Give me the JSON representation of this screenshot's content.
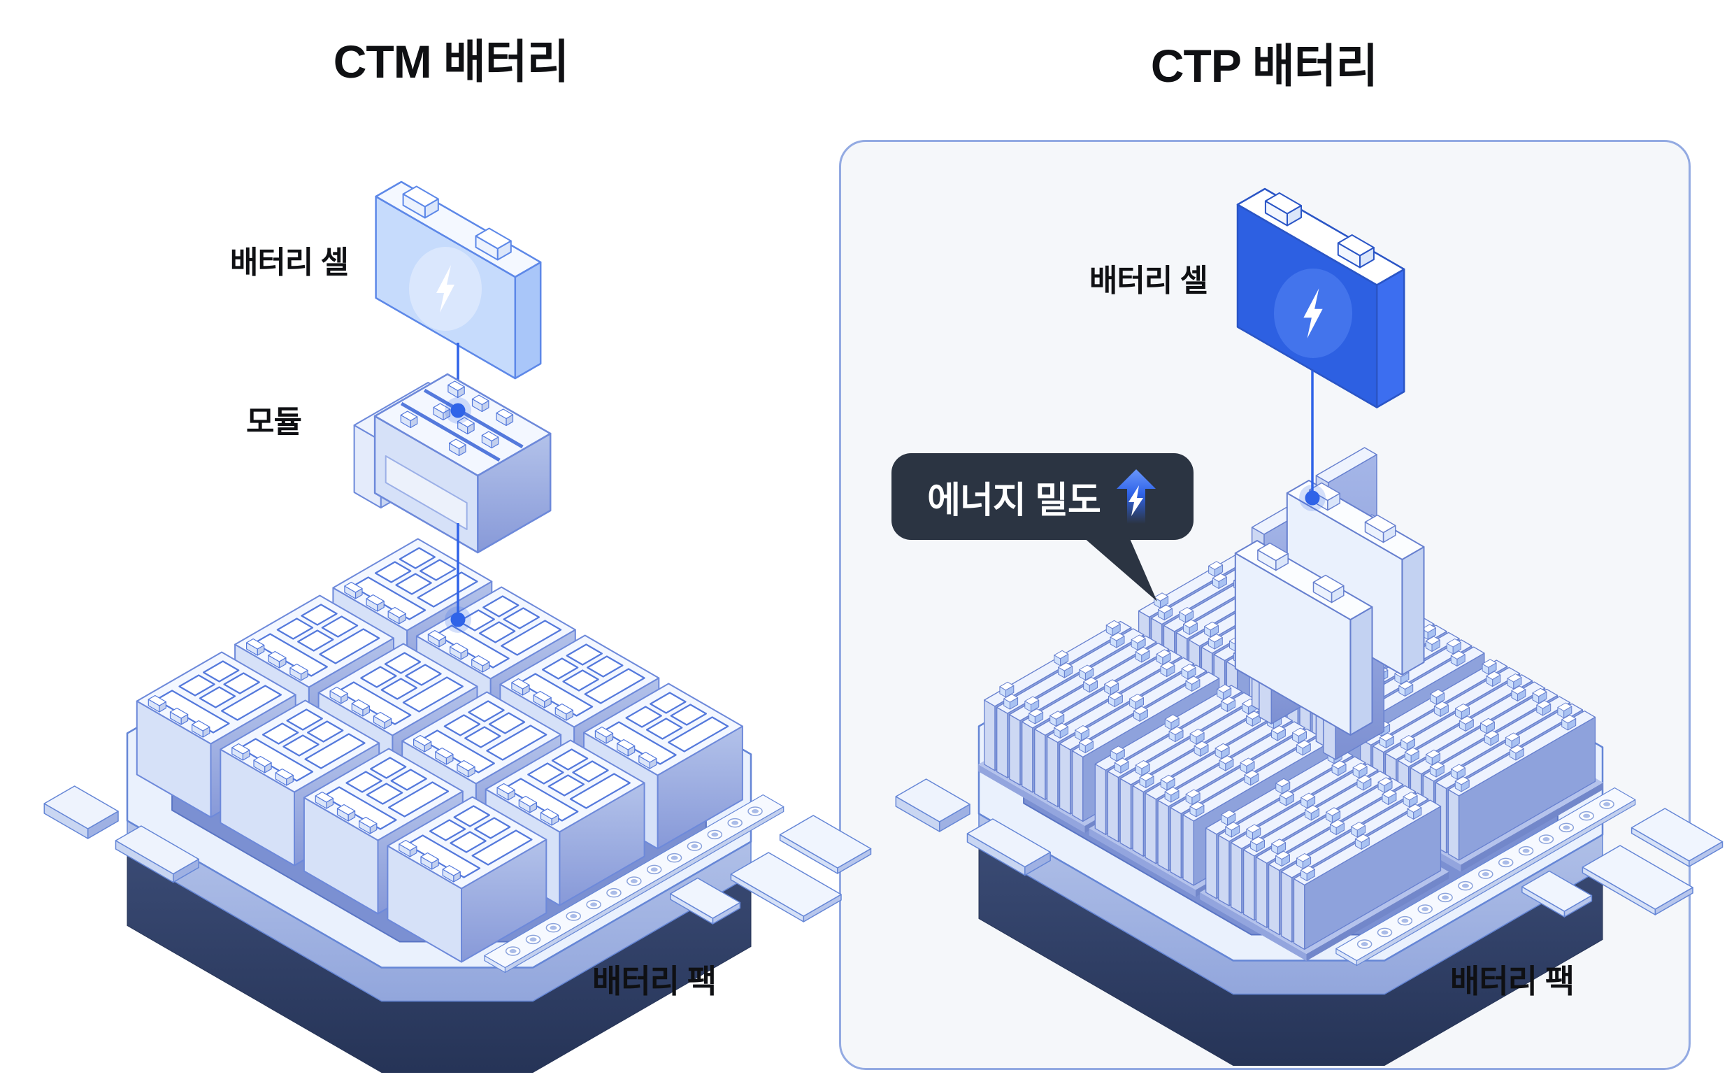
{
  "left": {
    "title": "CTM 배터리",
    "cell_label": "배터리 셀",
    "module_label": "모듈",
    "pack_label": "배터리 팩"
  },
  "right": {
    "title": "CTP 배터리",
    "cell_label": "배터리 셀",
    "pack_label": "배터리 팩",
    "tooltip": {
      "text": "에너지 밀도",
      "icon": "arrow-up-lightning-icon"
    }
  },
  "colors": {
    "accent": "#2f63e8",
    "ink": "#0f1013",
    "panel_bg": "#f5f7fa",
    "panel_border": "#93aae2",
    "tooltip_bg": "#2b3442",
    "tooltip_text": "#ffffff",
    "tray_top": "#eaf1fd",
    "tray_stroke": "#6586d6",
    "rim1": "#dbe5f9",
    "rim2": "#92a6dc",
    "base1": "#4d6090",
    "base2": "#263457",
    "floor": "#7b90d2",
    "floor_stroke": "#5a75c4",
    "cell_light": {
      "front": "#c6dbfc",
      "side": "#a9c6f9",
      "top": "#f4f8ff",
      "stroke": "#5d88e8",
      "circle": "#dae7fd",
      "bolt": "#ffffff"
    },
    "cell_blue": {
      "front": "#2d60e2",
      "side": "#3c6ef0",
      "top": "#ffffff",
      "stroke": "#2a55c6",
      "circle": "#4374ec",
      "bolt": "#ffffff"
    },
    "cell_white": {
      "top": "#eef3fe",
      "side": "#8ea2dc",
      "front": "#cdd8f3",
      "stroke": "#6780cf"
    },
    "module": {
      "top": "#f3f7ff",
      "front": "#d6e1f8",
      "stroke": "#6d89da",
      "pattern_stroke": "#5479dc"
    }
  }
}
